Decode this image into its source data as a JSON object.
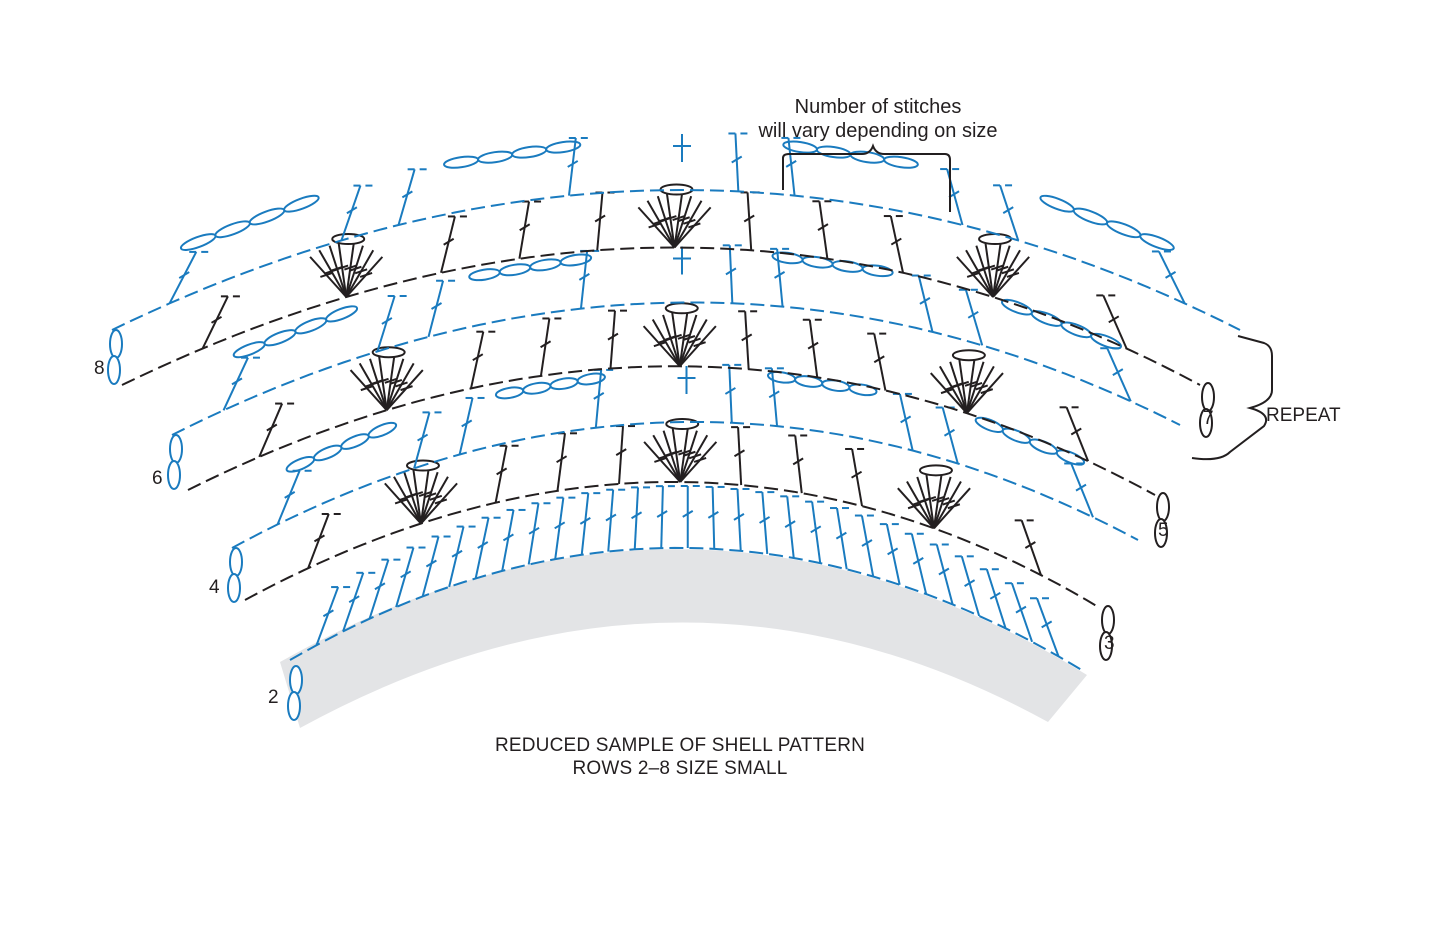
{
  "colors": {
    "black_row": "#231f20",
    "blue_row": "#1a7bbf",
    "band": "#e3e4e6"
  },
  "annotation": {
    "line1": "Number of stitches",
    "line2": "will vary depending on size"
  },
  "repeat_label": "REPEAT",
  "rows": [
    {
      "number": "2",
      "color": "blue"
    },
    {
      "number": "3",
      "color": "black"
    },
    {
      "number": "4",
      "color": "blue"
    },
    {
      "number": "5",
      "color": "black"
    },
    {
      "number": "6",
      "color": "blue"
    },
    {
      "number": "7",
      "color": "black"
    },
    {
      "number": "8",
      "color": "blue"
    }
  ],
  "caption": {
    "line1": "REDUCED SAMPLE OF SHELL PATTERN",
    "line2": "ROWS 2–8 SIZE SMALL"
  }
}
